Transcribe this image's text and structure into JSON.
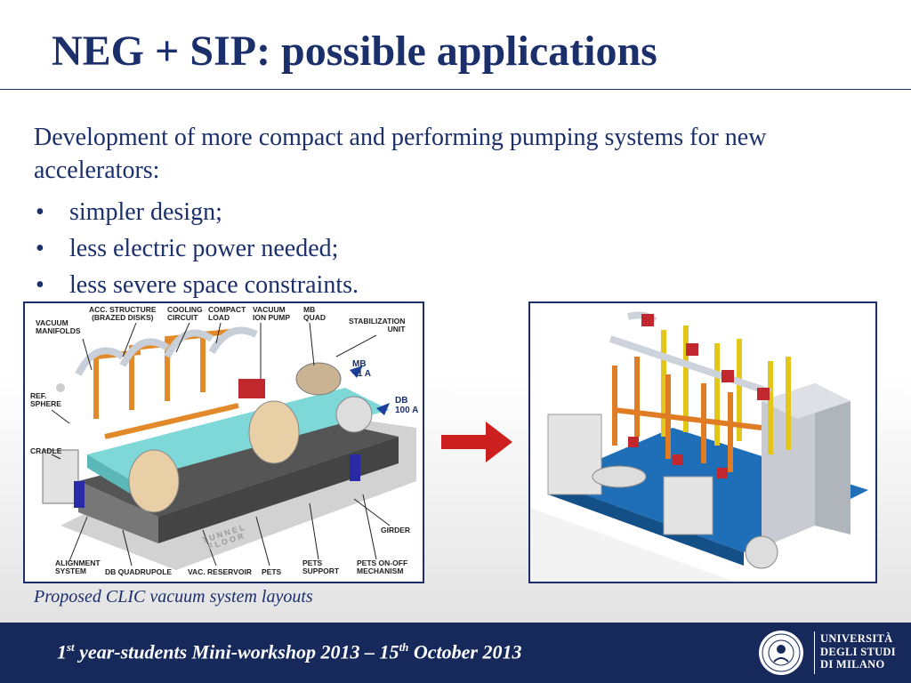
{
  "slide": {
    "title": "NEG + SIP: possible applications",
    "intro": "Development of  more compact and performing pumping systems for new accelerators:",
    "bullets": [
      "simpler design;",
      "less electric power needed;",
      "less severe space constraints."
    ],
    "caption": "Proposed CLIC vacuum system layouts"
  },
  "figure_left": {
    "labels": {
      "vacuum_manifolds_1": "VACUUM",
      "vacuum_manifolds_2": "MANIFOLDS",
      "acc_structure_1": "ACC. STRUCTURE",
      "acc_structure_2": "(BRAZED  DISKS)",
      "cooling_circuit_1": "COOLING",
      "cooling_circuit_2": "CIRCUIT",
      "compact_load_1": "COMPACT",
      "compact_load_2": "LOAD",
      "vacuum_ion_pump_1": "VACUUM",
      "vacuum_ion_pump_2": "ION PUMP",
      "mb_quad_1": "MB",
      "mb_quad_2": "QUAD",
      "stabilization_1": "STABILIZATION",
      "stabilization_2": "UNIT",
      "mb_current_1": "MB",
      "mb_current_2": "~1 A",
      "db_current_1": "DB",
      "db_current_2": "100 A",
      "ref_sphere_1": "REF.",
      "ref_sphere_2": "SPHERE",
      "cradle": "CRADLE",
      "girder": "GIRDER",
      "tunnel_floor_1": "T U N N E L",
      "tunnel_floor_2": "F L O O R",
      "alignment_1": "ALIGNMENT",
      "alignment_2": "SYSTEM",
      "db_quadrupole": "DB QUADRUPOLE",
      "vac_reservoir": "VAC. RESERVOIR",
      "pets": "PETS",
      "pets_support_1": "PETS",
      "pets_support_2": "SUPPORT",
      "pets_onoff_1": "PETS ON-OFF",
      "pets_onoff_2": "MECHANISM"
    }
  },
  "footer": {
    "text_1": "1",
    "sup_1": "st",
    "text_2": " year-students Mini-workshop 2013 – 15",
    "sup_2": "th",
    "text_3": " October 2013",
    "logo_line1": "UNIVERSITÀ",
    "logo_line2": "DEGLI STUDI",
    "logo_line3": "DI MILANO"
  },
  "colors": {
    "title": "#1b2f6b",
    "footer_bg": "#16295a",
    "arrow": "#cc1f1f"
  }
}
